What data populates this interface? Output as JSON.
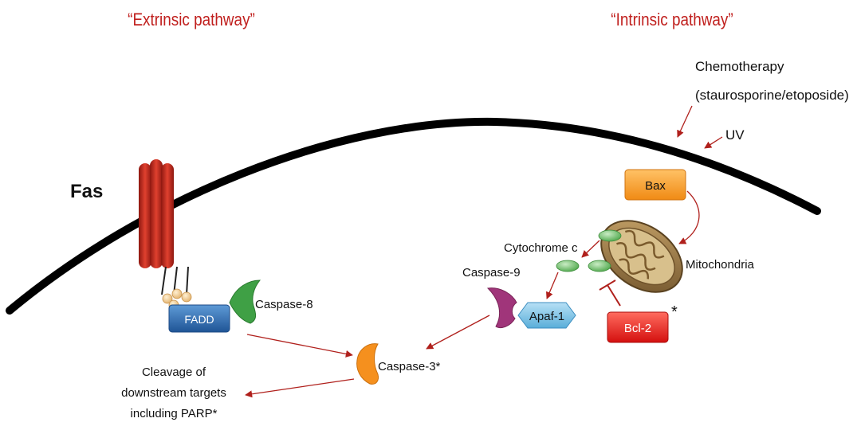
{
  "headings": {
    "extrinsic": "“Extrinsic pathway”",
    "intrinsic": "“Intrinsic pathway”"
  },
  "labels": {
    "fas": "Fas",
    "fadd": "FADD",
    "caspase8": "Caspase-8",
    "caspase3": "Caspase-3*",
    "caspase9": "Caspase-9",
    "apaf1": "Apaf-1",
    "bcl2": "Bcl-2",
    "bcl2_star": "*",
    "bax": "Bax",
    "cytochrome_c": "Cytochrome c",
    "mitochondria": "Mitochondria",
    "uv": "UV",
    "chemo_line1": "Chemotherapy",
    "chemo_line2": "(staurosporine/etoposide)",
    "cleavage_line1": "Cleavage of",
    "cleavage_line2": "downstream targets",
    "cleavage_line3": "including PARP*"
  },
  "colors": {
    "heading": "#c0201e",
    "membrane": "#000000",
    "arrow": "#b0201c",
    "receptor": "#c8281e",
    "fadd": "#2f6fb5",
    "caspase8": "#3fa045",
    "caspase3": "#f5901e",
    "caspase9": "#a0357a",
    "apaf1": "#7fc3e6",
    "bcl2": "#e8191b",
    "bax": "#f59a23",
    "cytochrome": "#6cc06a",
    "mitochondria": "#8a6a3c"
  }
}
